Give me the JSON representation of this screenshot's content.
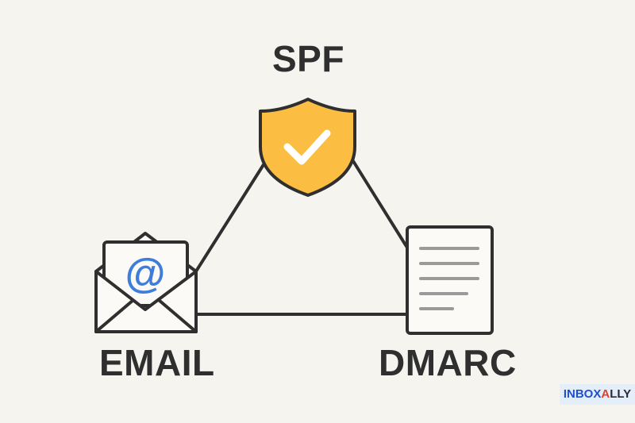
{
  "labels": {
    "top": "SPF",
    "left": "EMAIL",
    "right": "DMARC"
  },
  "logo": {
    "part1": "INBOX",
    "part2": "A",
    "part3": "LLY"
  },
  "colors": {
    "background": "#f6f4ef",
    "shield": "#fbbd42",
    "at_symbol": "#3f7ddb",
    "stroke": "#2f2f2f",
    "logo_blue": "#1f4fd1",
    "logo_red": "#e0402a"
  }
}
